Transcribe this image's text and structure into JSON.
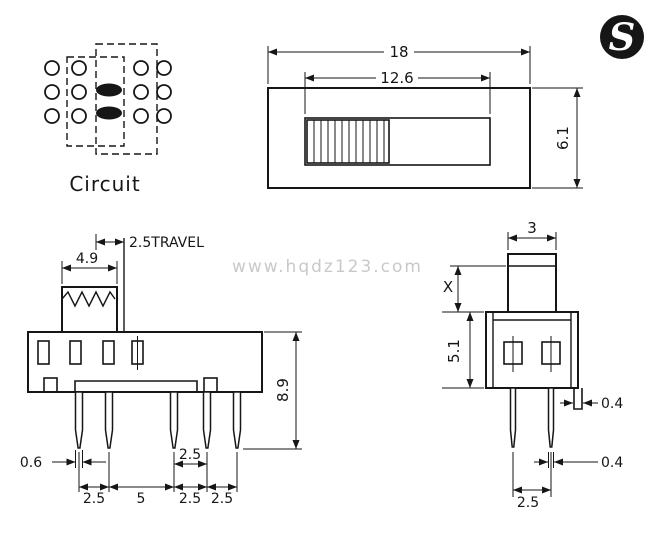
{
  "logo_letter": "S",
  "watermark": "www.hqdz123.com",
  "circuit": {
    "label": "Circuit"
  },
  "top_view": {
    "overall_width": "18",
    "slot_width": "12.6",
    "height": "6.1"
  },
  "side_view": {
    "travel_label": "2.5TRAVEL",
    "knob_width": "4.9",
    "overall_height": "8.9",
    "pin_width": "0.6",
    "pin_gap": "2.5",
    "pitch1": "2.5",
    "pitch2": "5",
    "pitch3": "2.5",
    "pitch4": "2.5"
  },
  "end_view": {
    "knob_width": "3",
    "knob_height_label": "X",
    "body_height": "5.1",
    "tab_width": "0.4",
    "pin_thickness": "0.4",
    "pin_pitch": "2.5"
  }
}
